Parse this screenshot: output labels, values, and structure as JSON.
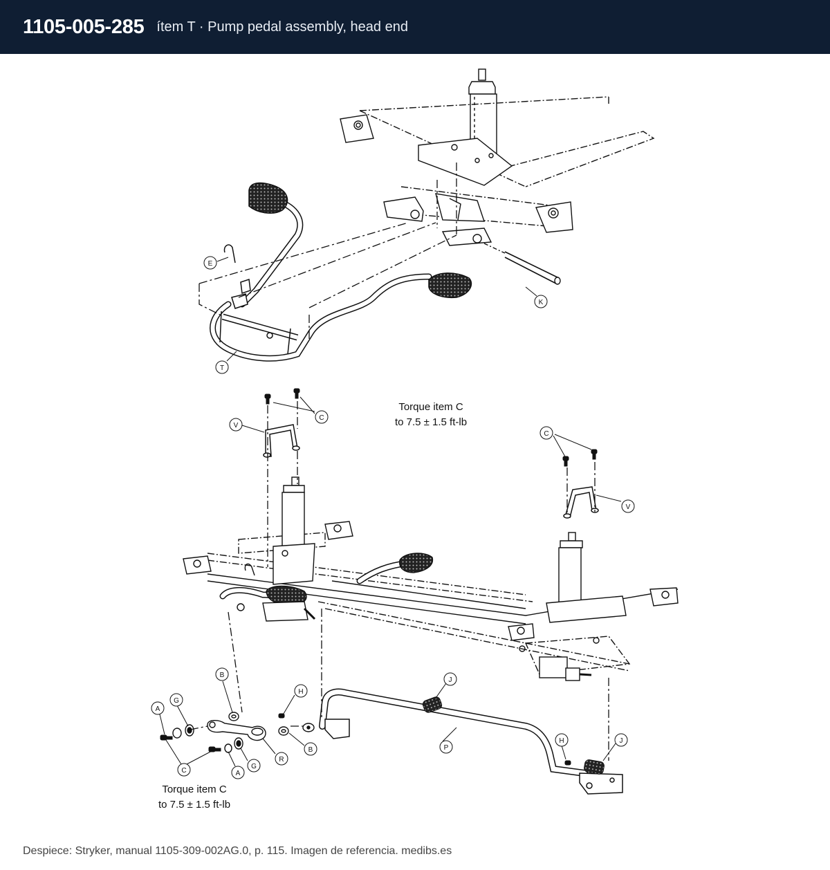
{
  "header": {
    "part_number": "1105-005-285",
    "subtitle": "ítem T · Pump pedal assembly, head end",
    "background": "#0f1e33"
  },
  "callouts": {
    "A": "A",
    "B": "B",
    "C": "C",
    "E": "E",
    "G": "G",
    "H": "H",
    "J": "J",
    "K": "K",
    "P": "P",
    "R": "R",
    "T": "T",
    "V": "V"
  },
  "notes": {
    "torque_top_line1": "Torque item C",
    "torque_top_line2": "to 7.5 ± 1.5 ft-lb",
    "torque_bottom_line1": "Torque item C",
    "torque_bottom_line2": "to 7.5 ± 1.5 ft-lb"
  },
  "footer": {
    "text": "Despiece: Stryker, manual 1105-309-002AG.0, p. 115. Imagen de referencia. medibs.es"
  }
}
